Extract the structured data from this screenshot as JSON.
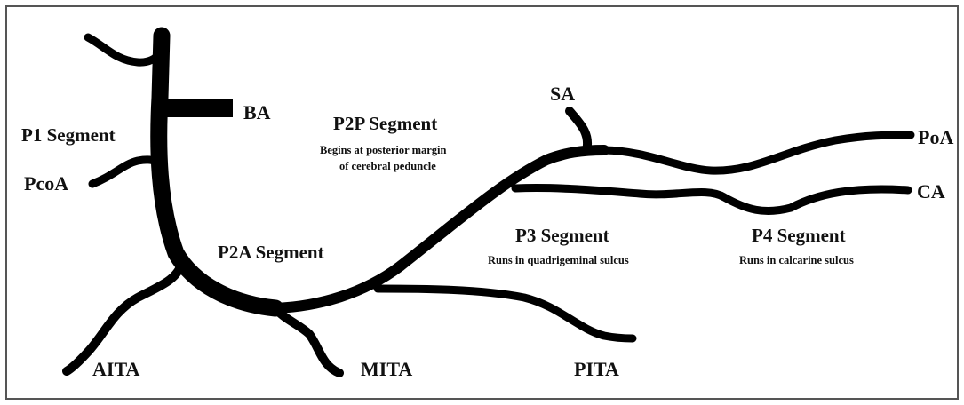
{
  "colors": {
    "vessel": "#000000",
    "border": "#555555",
    "text": "#111111",
    "background": "#ffffff"
  },
  "labels": {
    "ba": "BA",
    "p1": "P1 Segment",
    "pcoa": "PcoA",
    "p2p": "P2P Segment",
    "p2p_note_1": "Begins at posterior margin",
    "p2p_note_2": "of cerebral peduncle",
    "sa": "SA",
    "poa": "PoA",
    "ca": "CA",
    "p2a": "P2A Segment",
    "p3": "P3 Segment",
    "p3_note": "Runs in quadrigeminal sulcus",
    "p4": "P4 Segment",
    "p4_note": "Runs in calcarine sulcus",
    "aita": "AITA",
    "mita": "MITA",
    "pita": "PITA"
  }
}
